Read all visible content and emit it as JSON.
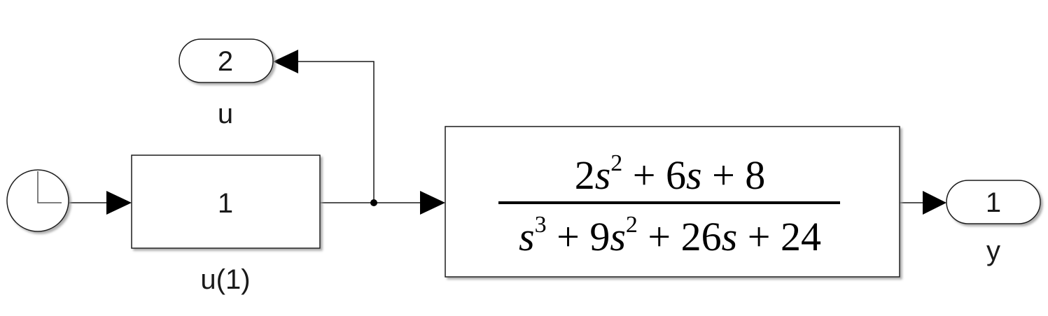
{
  "diagram": {
    "clock": {
      "icon": "clock-icon"
    },
    "constant_block": {
      "value": "1",
      "label": "u(1)"
    },
    "transfer_fcn": {
      "numerator": {
        "c2": "2",
        "v2": "s",
        "p2": "2",
        "op1": " + ",
        "c1": "6",
        "v1": "s",
        "op2": " + ",
        "c0": "8"
      },
      "denominator": {
        "v3": "s",
        "p3": "3",
        "op1": " + ",
        "c2": "9",
        "v2": "s",
        "p2": "2",
        "op2": " + ",
        "c1": "26",
        "v1": "s",
        "op3": " + ",
        "c0": "24"
      }
    },
    "outport_y": {
      "number": "1",
      "label": "y"
    },
    "outport_u": {
      "number": "2",
      "label": "u"
    }
  },
  "colors": {
    "stroke": "#1a1a1a",
    "fill": "#ffffff",
    "shadow": "#b0b0b0"
  }
}
